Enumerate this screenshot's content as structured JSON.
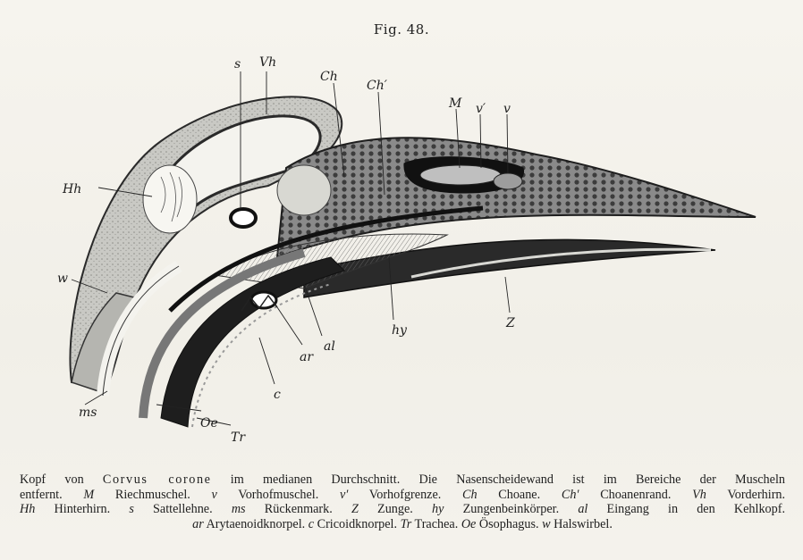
{
  "figure": {
    "number": "Fig. 48.",
    "labels": {
      "s": "s",
      "Vh": "Vh",
      "Ch": "Ch",
      "Ch_prime": "Ch′",
      "M": "M",
      "v_prime": "v′",
      "v": "v",
      "Hh": "Hh",
      "w": "w",
      "hy": "hy",
      "Z": "Z",
      "al": "al",
      "ar": "ar",
      "c": "c",
      "ms": "ms",
      "Oe": "Oe",
      "Tr": "Tr"
    }
  },
  "caption": {
    "line1_a": "Kopf von ",
    "line1_species": "Corvus corone",
    "line1_b": " im medianen Durchschnitt.  Die Nasenscheidewand ist im Bereiche der Muscheln",
    "line2": "entfernt.",
    "M": "M",
    "M_text": " Riechmuschel.",
    "v": "v",
    "v_text": " Vorhofmuschel.",
    "vp": "v′",
    "vp_text": " Vorhofgrenze.",
    "Ch": "Ch",
    "Ch_text": " Choane.",
    "Chp": "Ch′",
    "Chp_text": " Choanenrand.",
    "Vh": "Vh",
    "Vh_text": " Vorderhirn.",
    "Hh": "Hh",
    "Hh_text": " Hinterhirn.",
    "s": "s",
    "s_text": " Sattellehne.",
    "ms": "ms",
    "ms_text": " Rückenmark.",
    "Z": "Z",
    "Z_text": " Zunge.",
    "hy": "hy",
    "hy_text": " Zungenbeinkörper.",
    "al": "al",
    "al_text": " Eingang in den Kehlkopf.",
    "ar": "ar",
    "ar_text": " Arytaenoidknorpel.",
    "c": "c",
    "c_text": " Cricoidknorpel.",
    "Tr": "Tr",
    "Tr_text": " Trachea.",
    "Oe": "Oe",
    "Oe_text": " Ösophagus.",
    "w": "w",
    "w_text": " Halswirbel."
  }
}
